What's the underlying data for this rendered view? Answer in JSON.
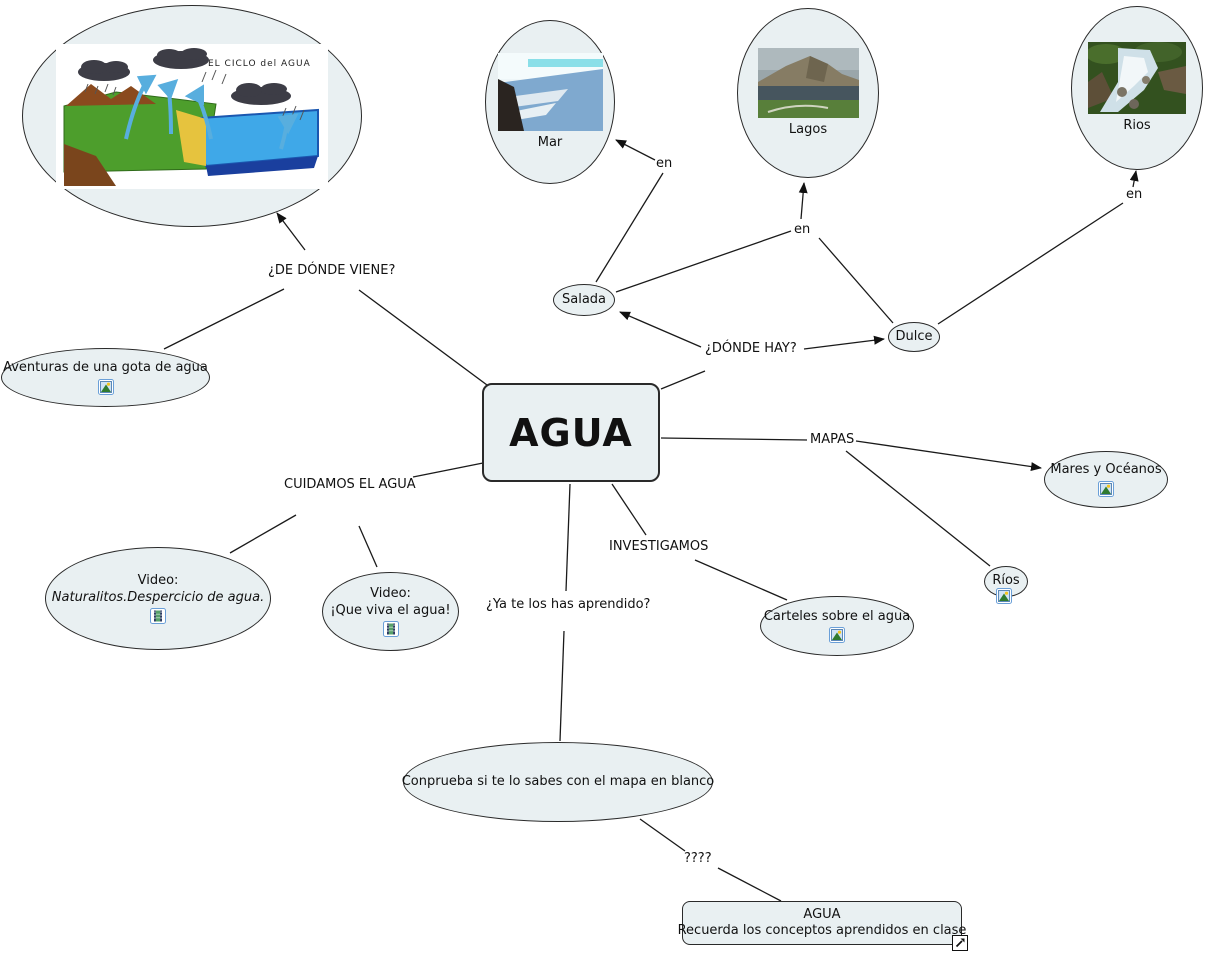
{
  "colors": {
    "background": "#ffffff",
    "node_fill": "#e9f0f2",
    "node_border": "#2a2a2a",
    "line": "#1a1a1a",
    "text": "#111111",
    "icon_border": "#4a7fc0"
  },
  "main_concept": {
    "label": "AGUA"
  },
  "concepts": {
    "cycle": {
      "caption": "EL CICLO del AGUA",
      "image": "water-cycle-drawing"
    },
    "mar": {
      "label": "Mar",
      "image": "sea-photo"
    },
    "lagos": {
      "label": "Lagos",
      "image": "lake-photo"
    },
    "rios_top": {
      "label": "Rios",
      "image": "river-photo"
    },
    "salada": {
      "label": "Salada"
    },
    "dulce": {
      "label": "Dulce"
    },
    "aventuras": {
      "label": "Aventuras de una gota de agua",
      "icon": "image-icon"
    },
    "video_naturalitos": {
      "line1": "Video:",
      "line2": "Naturalitos.Despercicio de agua.",
      "icon": "film-icon"
    },
    "video_viva": {
      "line1": "Video:",
      "line2": "¡Que viva el agua!",
      "icon": "film-icon"
    },
    "carteles": {
      "label": "Carteles sobre el agua",
      "icon": "image-icon"
    },
    "mares_oceanos": {
      "label": "Mares y Océanos",
      "icon": "image-icon"
    },
    "rios_small": {
      "label": "Ríos",
      "icon": "image-icon"
    },
    "conprueba": {
      "label": "Conprueba si te lo sabes con el mapa en blanco"
    },
    "agua_recuerda": {
      "line1": "AGUA",
      "line2": "Recuerda los conceptos aprendidos en clase",
      "icon": "link-icon"
    }
  },
  "linking_phrases": {
    "de_donde_viene": "¿DE DÓNDE VIENE?",
    "donde_hay": "¿DÓNDE HAY?",
    "mapas": "MAPAS",
    "cuidamos": "CUIDAMOS EL AGUA",
    "investigamos": "INVESTIGAMOS",
    "aprendido": "¿Ya te los has aprendido?",
    "en_mar": "en",
    "en_lagos": "en",
    "en_rios": "en",
    "question_marks": "????"
  }
}
